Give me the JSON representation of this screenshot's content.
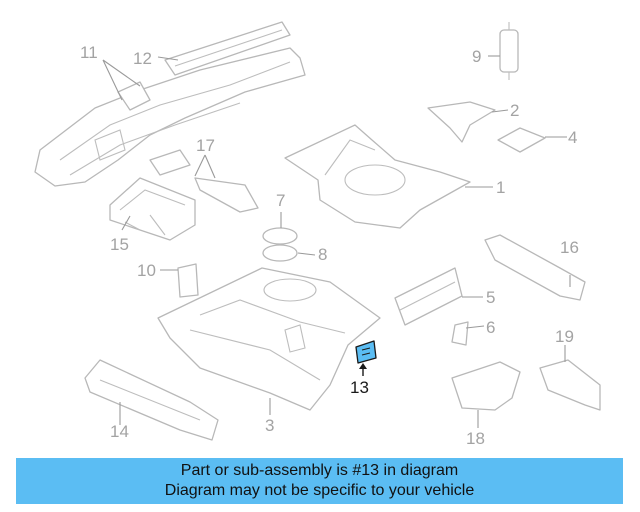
{
  "callouts": {
    "c1": "1",
    "c2": "2",
    "c3": "3",
    "c4": "4",
    "c5": "5",
    "c6": "6",
    "c7": "7",
    "c8": "8",
    "c9": "9",
    "c10": "10",
    "c11": "11",
    "c12": "12",
    "c13": "13",
    "c14": "14",
    "c15": "15",
    "c16": "16",
    "c17": "17",
    "c18": "18",
    "c19": "19"
  },
  "highlighted_part": "13",
  "colors": {
    "highlight": "#5bbdf3",
    "banner": "#5bbdf3",
    "line_art": "#b8b8b8"
  },
  "banner": {
    "line1": "Part or sub-assembly is #13 in diagram",
    "line2": "Diagram may not be specific to your vehicle"
  }
}
